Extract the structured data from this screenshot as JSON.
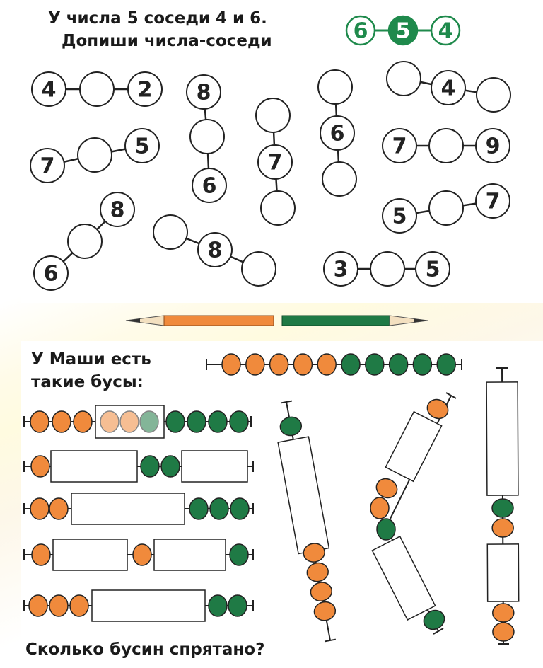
{
  "task1": {
    "line1": "У числа 5 соседи 4 и 6.",
    "line2": "Допиши числа-соседи",
    "example": [
      "6",
      "5",
      "4"
    ],
    "colors": {
      "green": "#1f8a4c",
      "outline": "#222222"
    },
    "chains": [
      [
        "4",
        "",
        "2"
      ],
      [
        "8",
        "",
        "6"
      ],
      [
        "",
        "7",
        ""
      ],
      [
        "",
        "6",
        ""
      ],
      [
        "",
        "4",
        ""
      ],
      [
        "7",
        "",
        "5"
      ],
      [
        "7",
        "",
        "9"
      ],
      [
        "5",
        "",
        "7"
      ],
      [
        "6",
        "",
        "8"
      ],
      [
        "",
        "8",
        ""
      ],
      [
        "3",
        "",
        "5"
      ]
    ]
  },
  "pencils": {
    "left_color": "#f08a3c",
    "right_color": "#1f7a45"
  },
  "task2": {
    "intro_line1": "У Маши есть",
    "intro_line2": "такие бусы:",
    "question": "Сколько бусин спрятано?",
    "colors": {
      "orange": "#f08a3c",
      "green": "#1f7a45"
    },
    "reference_beads": [
      "orange",
      "orange",
      "orange",
      "orange",
      "orange",
      "green",
      "green",
      "green",
      "green",
      "green"
    ]
  }
}
